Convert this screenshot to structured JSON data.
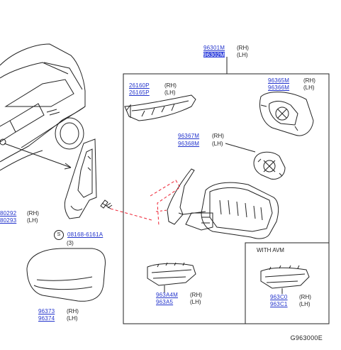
{
  "callouts": [
    {
      "part": "96301M",
      "side": "(RH)",
      "highlight": false
    },
    {
      "part": "96302M",
      "side": "(LH)",
      "highlight": true
    },
    {
      "part": "26160P",
      "side": "(RH)",
      "highlight": false
    },
    {
      "part": "26165P",
      "side": "(LH)",
      "highlight": false
    },
    {
      "part": "96365M",
      "side": "(RH)",
      "highlight": false
    },
    {
      "part": "96366M",
      "side": "(LH)",
      "highlight": false
    },
    {
      "part": "96367M",
      "side": "(RH)",
      "highlight": false
    },
    {
      "part": "96368M",
      "side": "(LH)",
      "highlight": false
    },
    {
      "part": "80292",
      "side": "(RH)",
      "highlight": false
    },
    {
      "part": "80293",
      "side": "(LH)",
      "highlight": false
    },
    {
      "part": "08168-6161A",
      "side": "",
      "highlight": false
    },
    {
      "part": "96373",
      "side": "(RH)",
      "highlight": false
    },
    {
      "part": "96374",
      "side": "(LH)",
      "highlight": false
    },
    {
      "part": "963A4M",
      "side": "(RH)",
      "highlight": false
    },
    {
      "part": "963A5",
      "side": "(LH)",
      "highlight": false
    },
    {
      "part": "963C0",
      "side": "(RH)",
      "highlight": false
    },
    {
      "part": "963C1",
      "side": "(LH)",
      "highlight": false
    }
  ],
  "screw_symbol": "S",
  "screw_qty": "(3)",
  "avm_label": "WITH   AVM",
  "figure_code": "G963000E"
}
